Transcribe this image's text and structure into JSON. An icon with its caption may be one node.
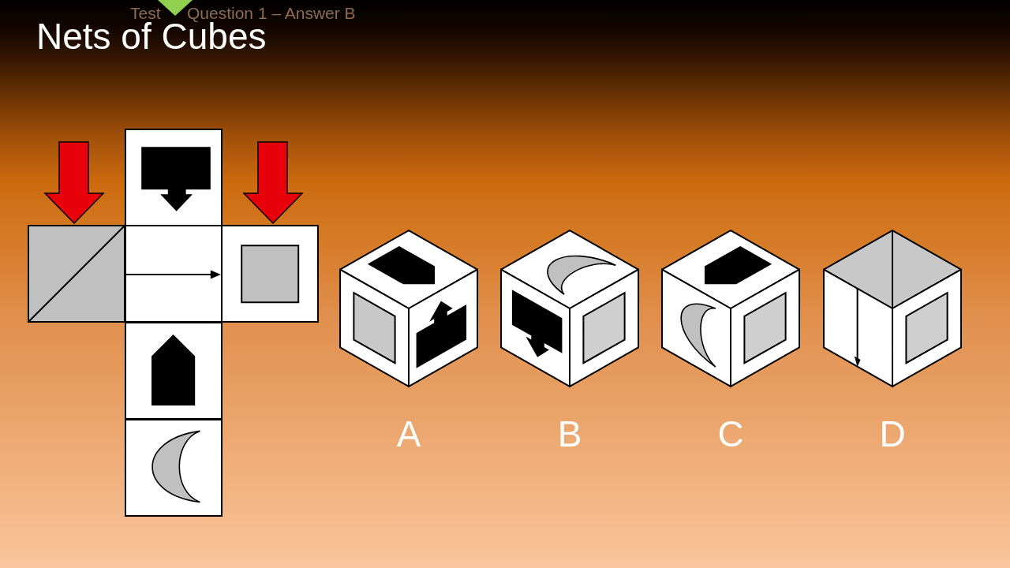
{
  "diagram": {
    "title": "Nets of Cubes",
    "nodes": [
      {
        "text": [],
        "shape": "box"
      },
      {
        "text": [],
        "shape": "box"
      },
      {
        "text": [],
        "shape": "box"
      },
      {
        "text": [],
        "shape": "box"
      },
      {
        "text": [],
        "shape": "box"
      },
      {
        "text": [],
        "shape": "box"
      },
      {
        "text": [],
        "shape": "picture",
        "beside": [
          "A"
        ]
      },
      {
        "text": [],
        "shape": "picture",
        "beside": [
          "B"
        ]
      },
      {
        "text": [],
        "shape": "picture",
        "beside": [
          "C"
        ]
      },
      {
        "text": [],
        "shape": "picture",
        "beside": [
          "D"
        ]
      }
    ],
    "labels": [
      "Test",
      "Question 1 – Answer B"
    ]
  }
}
